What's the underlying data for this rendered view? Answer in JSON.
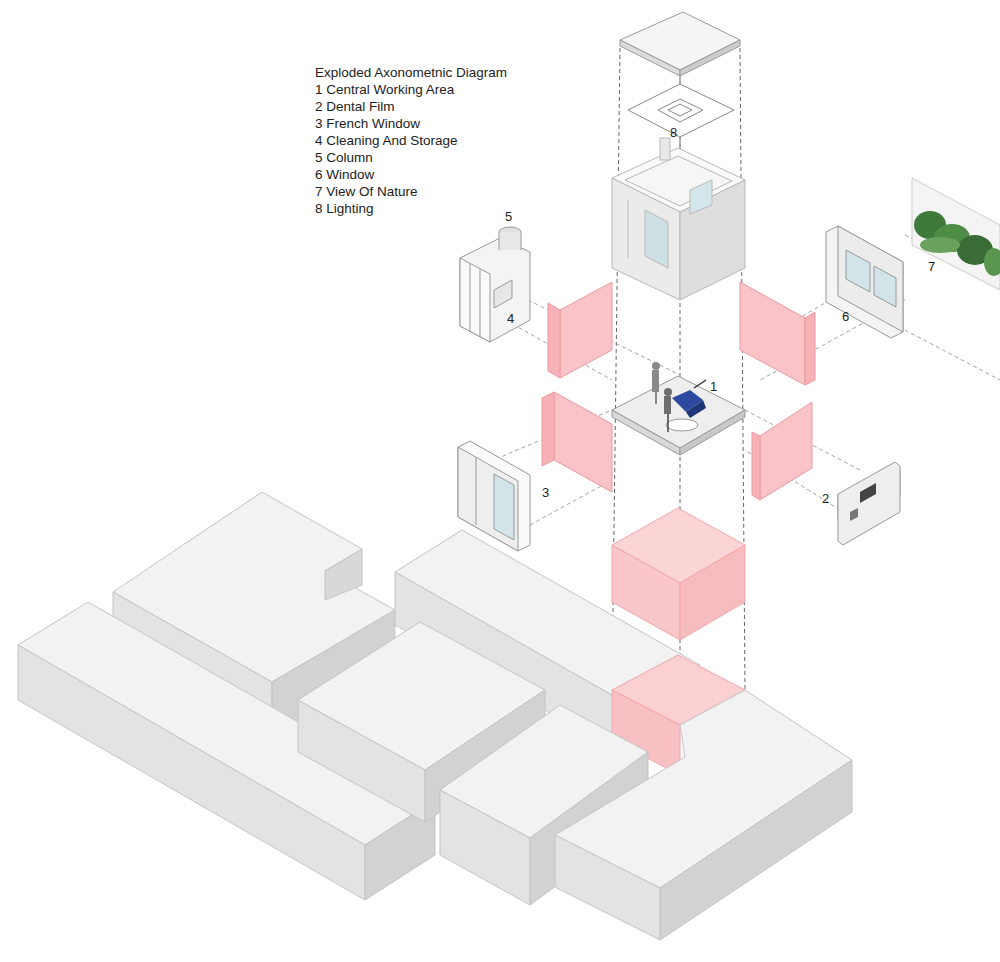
{
  "diagram": {
    "title": "Exploded Axonometnic Diagram",
    "labels": [
      "1 Central Working Area",
      "2 Dental Film",
      "3 French Window",
      "4 Cleaning And Storage",
      "5 Column",
      "6 Window",
      "7 View Of Nature",
      "8 Lighting",
      "8",
      "5",
      "7",
      "6",
      "4",
      "1",
      "3",
      "2"
    ]
  }
}
